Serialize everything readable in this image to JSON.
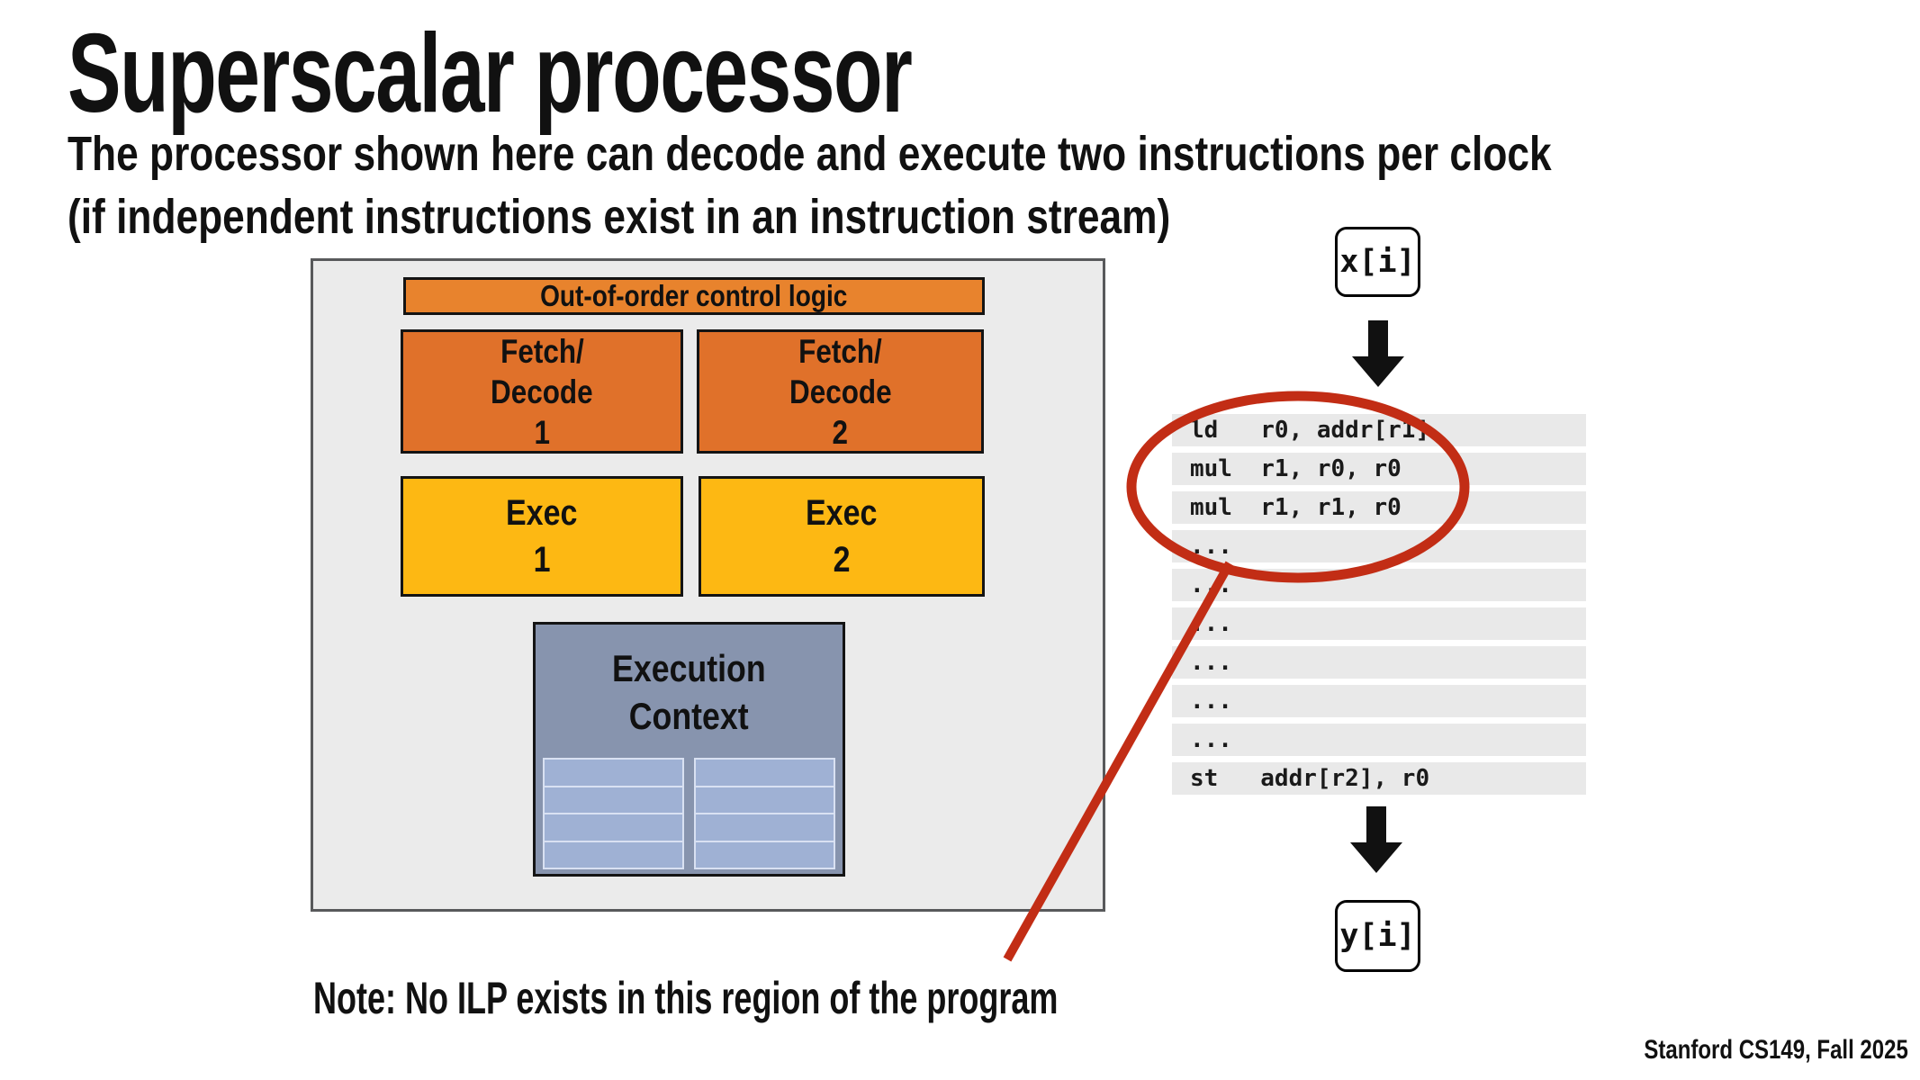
{
  "slide": {
    "title": "Superscalar processor",
    "subtitle_line1": "The processor shown here can decode and execute two instructions per clock",
    "subtitle_line2": "(if independent instructions exist in an instruction stream)",
    "note": "Note: No ILP exists in this region of the program",
    "footer": "Stanford CS149, Fall 2025"
  },
  "processor": {
    "control_logic": "Out-of-order control logic",
    "fetch_decode_1": {
      "line1": "Fetch/",
      "line2": "Decode",
      "line3": "1"
    },
    "fetch_decode_2": {
      "line1": "Fetch/",
      "line2": "Decode",
      "line3": "2"
    },
    "exec_1": {
      "line1": "Exec",
      "line2": "1"
    },
    "exec_2": {
      "line1": "Exec",
      "line2": "2"
    },
    "execution_context": {
      "line1": "Execution",
      "line2": "Context"
    },
    "register_columns": 2,
    "register_slots_per_column": 4
  },
  "program": {
    "input_label": "x[i]",
    "output_label": "y[i]",
    "instructions": [
      "ld   r0, addr[r1]",
      "mul  r1, r0, r0",
      "mul  r1, r1, r0",
      "...",
      "...",
      "...",
      "...",
      "...",
      "...",
      "st   addr[r2], r0"
    ]
  },
  "colors": {
    "control_logic_bar": "#E8832D",
    "fetch_decode_box": "#E0712A",
    "exec_box": "#FDB813",
    "execution_context_box": "#8794AE",
    "register_slot": "#9FB1D4",
    "chip_background": "#EBEBEB",
    "instruction_row_background": "#E9E9E9",
    "annotation_red": "#C22D15",
    "arrow_black": "#111111"
  }
}
